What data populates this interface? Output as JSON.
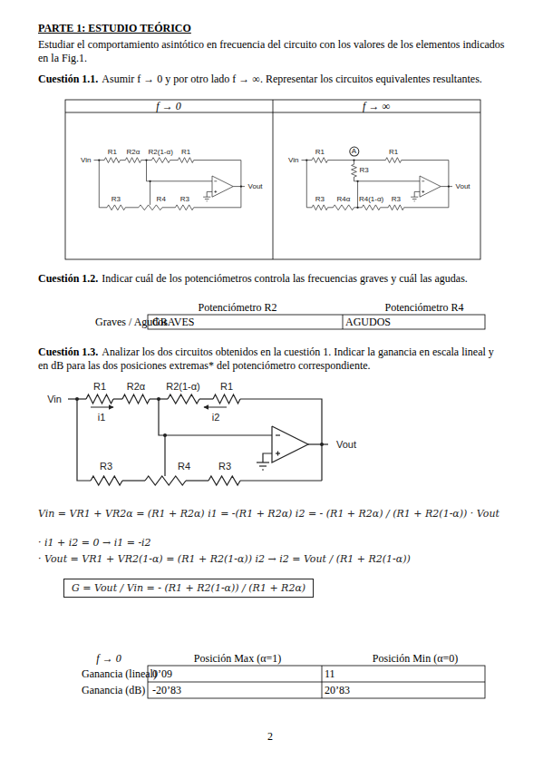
{
  "diagram": {
    "title": "PARTE 1: ESTUDIO TEÓRICO",
    "labels": [
      "Estudiar el comportamiento asintótico en frecuencia del circuito con los valores de los elementos indicados en la Fig.1.",
      "Cuestión 1.1.",
      "Asumir f → 0 y por otro lado f → ∞. Representar los circuitos equivalentes resultantes.",
      "f → 0",
      "f → ∞",
      "R1",
      "R2α",
      "R2(1-α)",
      "R1",
      "Vin",
      "R3",
      "R4",
      "R3",
      "Vout",
      "R1",
      "A",
      "R1",
      "Vin",
      "R3",
      "R3",
      "R4α",
      "R4(1-α)",
      "R3",
      "Vout",
      "Cuestión 1.2.",
      "Indicar cuál de los potenciómetros controla las frecuencias graves y cuál las agudas.",
      "Potenciómetro R2",
      "Potenciómetro R4",
      "Graves / Agudos",
      "GRAVES",
      "AGUDOS",
      "Cuestión 1.3.",
      "Analizar los dos circuitos obtenidos en la cuestión 1. Indicar la ganancia en escala lineal y en dB para las dos posiciones extremas* del potenciómetro correspondiente.",
      "R1",
      "R2α",
      "R2(1-α)",
      "R1",
      "Vin",
      "i1",
      "i2",
      "R3",
      "R4",
      "R3",
      "Vout",
      "Vin = VR1 + VR2α = (R1 + R2α) i1 = -(R1 + R2α) i2 = - (R1 + R2α) / (R1 + R2(1-α)) · Vout",
      "· i1 + i2 = 0 → i1 = -i2",
      "· Vout = VR1 + VR2(1-α) = (R1 + R2(1-α)) i2 → i2 = Vout / (R1 + R2(1-α))",
      "G = Vout / Vin = - (R1 + R2(1-α)) / (R1 + R2α)",
      "f → 0",
      "Posición Max (α=1)",
      "Posición Min (α=0)",
      "Ganancia (lineal)",
      "0’09",
      "11",
      "Ganancia (dB)",
      "-20’83",
      "20’83",
      "2"
    ]
  }
}
